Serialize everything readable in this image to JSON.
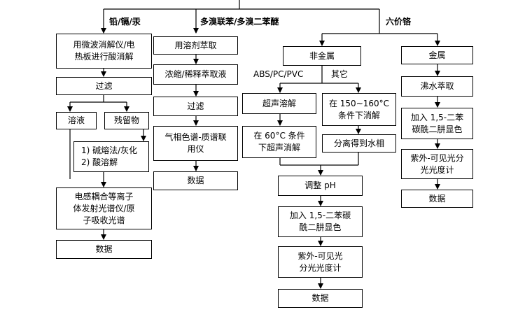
{
  "branches": {
    "lead_cadmium_mercury": "铅/镉/汞",
    "pbb_pbde": "多溴联苯/多溴二苯醚",
    "hexavalent_chromium": "六价铬",
    "non_metal": "非金属",
    "metal": "金属",
    "abs_pc_pvc": "ABS/PC/PVC",
    "others": "其它"
  },
  "metals_path": {
    "digestion": "用微波消解仪/电\n热板进行酸消解",
    "filtration": "过滤",
    "filtrate": "溶液",
    "residue": "残留物",
    "residue_treatment": "1) 碱熔法/灰化\n2) 酸溶解",
    "instrument": "电感耦合等离子\n体发射光谱仪/原\n子吸收光谱",
    "data": "数据"
  },
  "pbb_path": {
    "extraction": "用溶剂萃取",
    "concentrate": "浓缩/稀释萃取液",
    "filtration": "过滤",
    "gcms": "气相色谱-质谱联\n用仪",
    "data": "数据"
  },
  "chromium_nonmetal_path": {
    "ultrasonic": "超声溶解",
    "ultrasonic_60": "在 60°C 条件\n下超声消解",
    "digest_150_160": "在 150~160°C\n条件下消解",
    "separate_water": "分离得到水相",
    "adjust_ph": "调整 pH",
    "add_dpc": "加入 1,5-二苯碳\n酰二肼显色",
    "uv_vis": "紫外-可见光\n分光光度计",
    "data": "数据"
  },
  "chromium_metal_path": {
    "boiling_water": "沸水萃取",
    "add_dpc": "加入 1,5-二苯\n碳酰二肼显色",
    "uv_vis": "紫外-可见光分\n光光度计",
    "data": "数据"
  }
}
